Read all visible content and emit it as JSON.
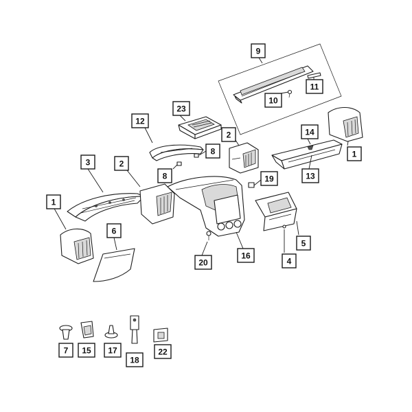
{
  "callouts": [
    {
      "id": "c1a",
      "text": "1"
    },
    {
      "id": "c1b",
      "text": "1"
    },
    {
      "id": "c2a",
      "text": "2"
    },
    {
      "id": "c2b",
      "text": "2"
    },
    {
      "id": "c3",
      "text": "3"
    },
    {
      "id": "c4",
      "text": "4"
    },
    {
      "id": "c5",
      "text": "5"
    },
    {
      "id": "c6",
      "text": "6"
    },
    {
      "id": "c7",
      "text": "7"
    },
    {
      "id": "c8a",
      "text": "8"
    },
    {
      "id": "c8b",
      "text": "8"
    },
    {
      "id": "c9",
      "text": "9"
    },
    {
      "id": "c10",
      "text": "10"
    },
    {
      "id": "c11",
      "text": "11"
    },
    {
      "id": "c12",
      "text": "12"
    },
    {
      "id": "c13",
      "text": "13"
    },
    {
      "id": "c14",
      "text": "14"
    },
    {
      "id": "c15",
      "text": "15"
    },
    {
      "id": "c16",
      "text": "16"
    },
    {
      "id": "c17",
      "text": "17"
    },
    {
      "id": "c18",
      "text": "18"
    },
    {
      "id": "c19",
      "text": "19"
    },
    {
      "id": "c20",
      "text": "20"
    },
    {
      "id": "c22",
      "text": "22"
    },
    {
      "id": "c23",
      "text": "23"
    }
  ]
}
